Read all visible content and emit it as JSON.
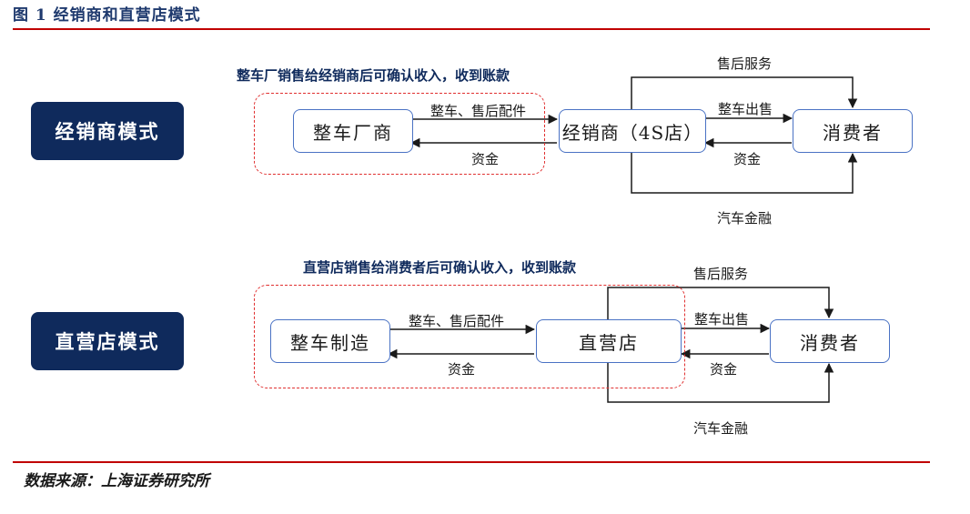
{
  "figure_title": "图 1  经销商和直营店模式",
  "source": "数据来源：上海证券研究所",
  "dealer": {
    "mode_label": "经销商模式",
    "note": "整车厂销售给经销商后可确认收入，收到账款",
    "manufacturer": "整车厂商",
    "dealer": "经销商（4S店）",
    "consumer": "消费者",
    "goods_label": "整车、售后配件",
    "funds_label_1": "资金",
    "sale_label": "整车出售",
    "funds_label_2": "资金",
    "after_sales": "售后服务",
    "finance": "汽车金融"
  },
  "direct": {
    "mode_label": "直营店模式",
    "note": "直营店销售给消费者后可确认收入，收到账款",
    "manufacturer": "整车制造",
    "store": "直营店",
    "consumer": "消费者",
    "goods_label": "整车、售后配件",
    "funds_label_1": "资金",
    "sale_label": "整车出售",
    "funds_label_2": "资金",
    "after_sales": "售后服务",
    "finance": "汽车金融"
  },
  "colors": {
    "title": "#1f3a6e",
    "rule": "#c00000",
    "mode_fill": "#0f2a5c",
    "box_border": "#4a72c4",
    "dash": "#e03030"
  }
}
